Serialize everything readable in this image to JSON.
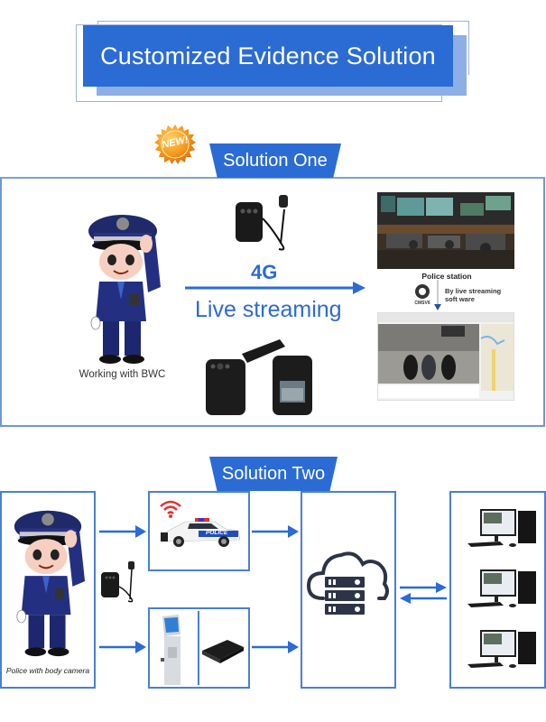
{
  "header": {
    "title": "Customized Evidence Solution"
  },
  "badge": {
    "text": "NEW!"
  },
  "solution_one": {
    "tab_label": "Solution One",
    "officer_caption": "Working with BWC",
    "network": "4G",
    "stream_label": "Live streaming",
    "station_caption": "Police station",
    "software_logo_text": "CMSV6",
    "software_caption_line1": "By live streaming",
    "software_caption_line2": "soft ware"
  },
  "solution_two": {
    "tab_label": "Solution Two",
    "officer_caption": "Police with body camera",
    "car_text": "POLICE"
  },
  "colors": {
    "accent": "#2b6bd4",
    "accent_light": "#8eaee6",
    "arrow": "#2b6bd4",
    "wifi": "#e8312f"
  },
  "icons": {
    "cloud": "cloud-server-icon",
    "wifi": "wifi-icon",
    "arrow": "arrow-right-icon"
  }
}
